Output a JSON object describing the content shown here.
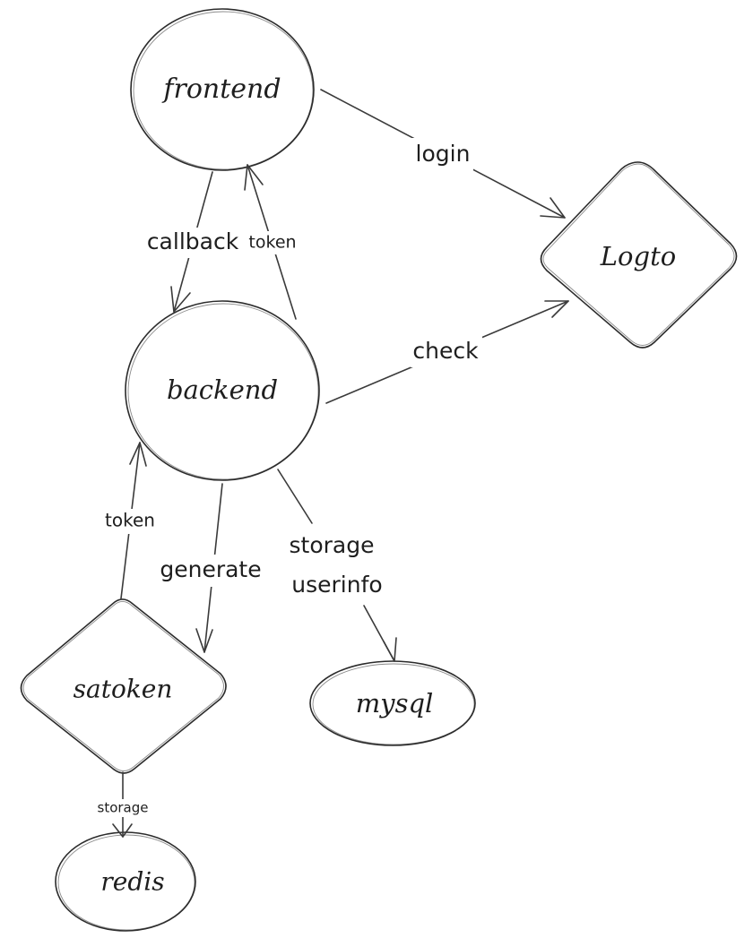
{
  "diagram": {
    "nodes": {
      "frontend": {
        "label": "frontend",
        "shape": "ellipse"
      },
      "backend": {
        "label": "backend",
        "shape": "ellipse"
      },
      "logto": {
        "label": "Logto",
        "shape": "diamond"
      },
      "satoken": {
        "label": "satoken",
        "shape": "diamond"
      },
      "mysql": {
        "label": "mysql",
        "shape": "ellipse"
      },
      "redis": {
        "label": "redis",
        "shape": "ellipse"
      }
    },
    "edges": {
      "login": {
        "from": "frontend",
        "to": "Logto",
        "label": "login"
      },
      "callback": {
        "from": "frontend",
        "to": "backend",
        "label": "callback"
      },
      "token_backend_frontend": {
        "from": "backend",
        "to": "frontend",
        "label": "token"
      },
      "check": {
        "from": "backend",
        "to": "Logto",
        "label": "check"
      },
      "generate": {
        "from": "backend",
        "to": "satoken",
        "label": "generate"
      },
      "token_satoken_backend": {
        "from": "satoken",
        "to": "backend",
        "label": "token"
      },
      "storage_userinfo": {
        "from": "backend",
        "to": "mysql",
        "label_line1": "storage",
        "label_line2": "userinfo"
      },
      "storage_redis": {
        "from": "satoken",
        "to": "redis",
        "label": "storage"
      }
    },
    "colors": {
      "stroke": "#2b2b2b",
      "text": "#1e1e1e",
      "background": "#ffffff"
    }
  }
}
